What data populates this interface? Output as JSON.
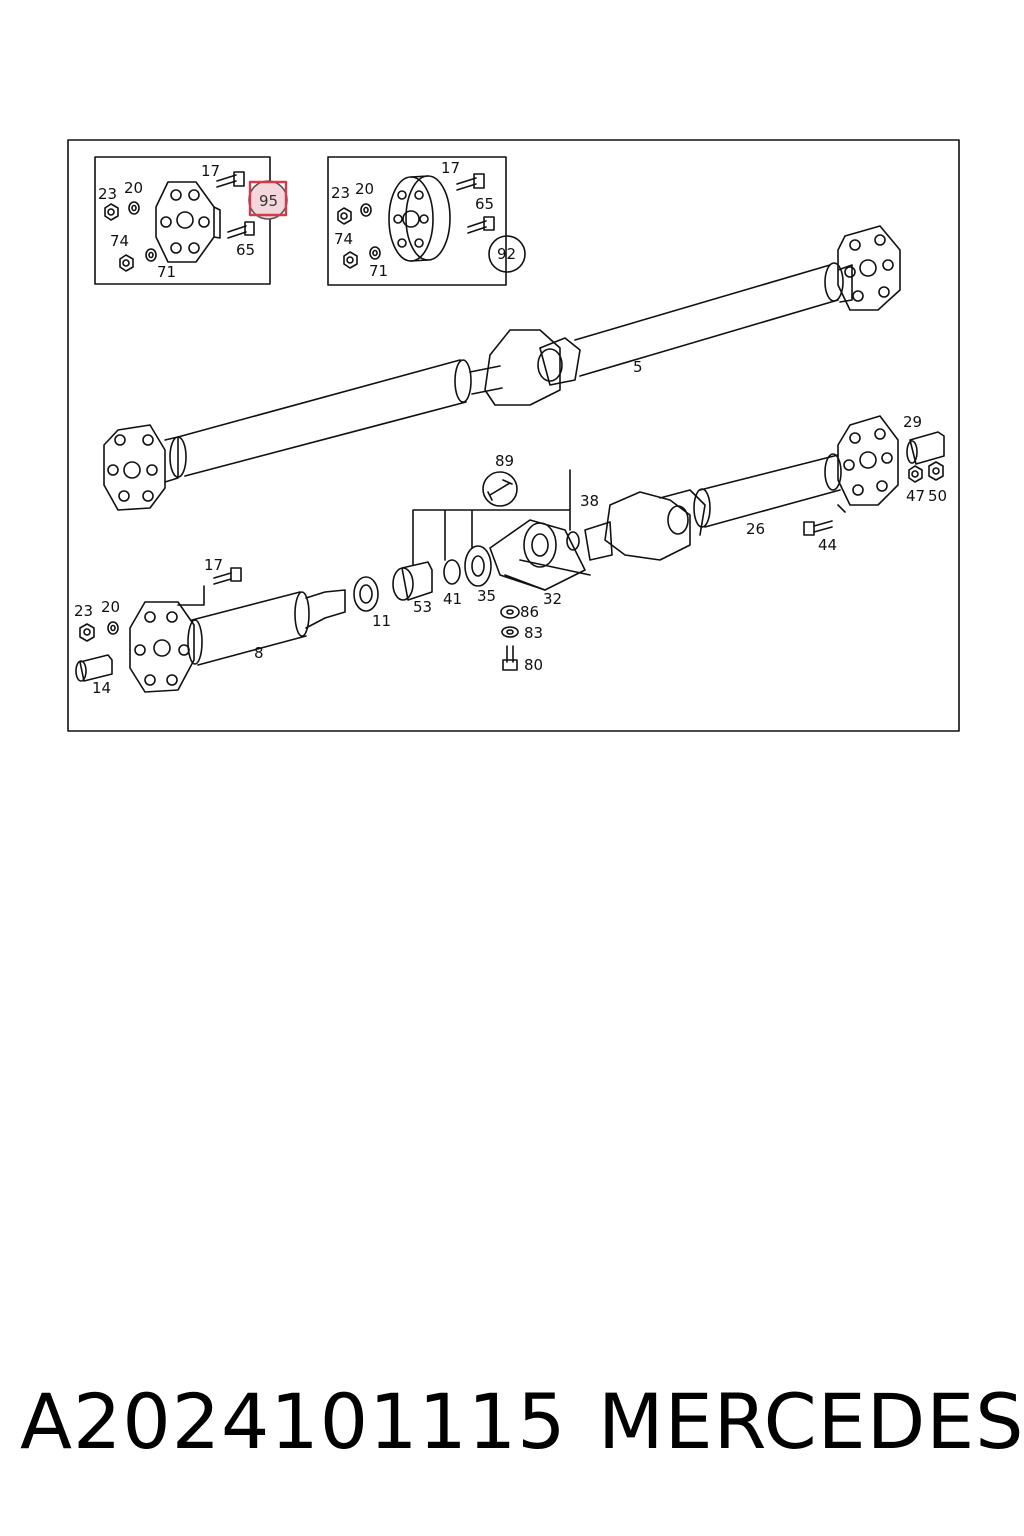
{
  "diagram": {
    "labels": {
      "inset1_17": "17",
      "inset1_23": "23",
      "inset1_20": "20",
      "inset1_74": "74",
      "inset1_71": "71",
      "inset1_65": "65",
      "inset1_95": "95",
      "inset2_17": "17",
      "inset2_23": "23",
      "inset2_20": "20",
      "inset2_65": "65",
      "inset2_74": "74",
      "inset2_71": "71",
      "inset2_92": "92",
      "p5": "5",
      "p29": "29",
      "p89": "89",
      "p38": "38",
      "p26": "26",
      "p44": "44",
      "p47": "47",
      "p50": "50",
      "p17": "17",
      "p23": "23",
      "p20": "20",
      "p11": "11",
      "p53": "53",
      "p41": "41",
      "p35": "35",
      "p32": "32",
      "p86": "86",
      "p83": "83",
      "p80": "80",
      "p8": "8",
      "p14": "14"
    },
    "highlight_color": "#d63a4a"
  },
  "caption": {
    "part_number": "A2024101115",
    "brand": "MERCEDES"
  }
}
